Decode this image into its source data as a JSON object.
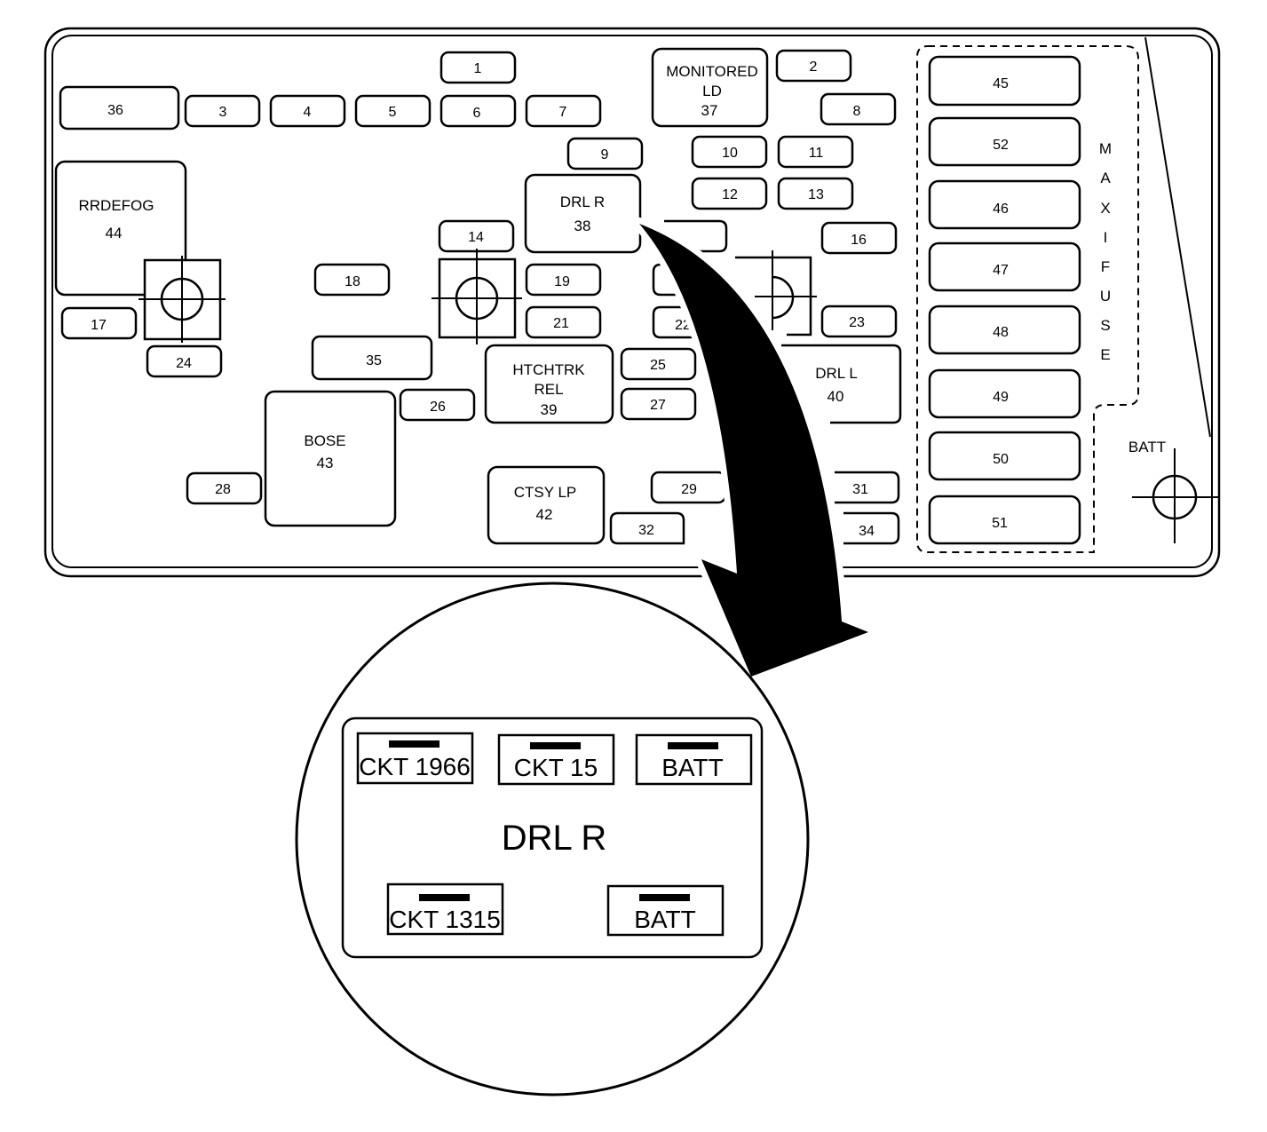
{
  "fuses": {
    "f1": "1",
    "f2": "2",
    "f3": "3",
    "f4": "4",
    "f5": "5",
    "f6": "6",
    "f7": "7",
    "f8": "8",
    "f9": "9",
    "f10": "10",
    "f11": "11",
    "f12": "12",
    "f13": "13",
    "f14": "14",
    "f16": "16",
    "f17": "17",
    "f18": "18",
    "f19": "19",
    "f21": "21",
    "f22": "22",
    "f23": "23",
    "f24": "24",
    "f25": "25",
    "f26": "26",
    "f27": "27",
    "f28": "28",
    "f29": "29",
    "f31": "31",
    "f32": "32",
    "f34": "34",
    "f35": "35",
    "f36": "36"
  },
  "relays": {
    "monitored_ld": {
      "line1": "MONITORED",
      "line2": "LD",
      "number": "37"
    },
    "drl_r": {
      "name": "DRL R",
      "number": "38"
    },
    "htchtrk_rel": {
      "line1": "HTCHTRK",
      "line2": "REL",
      "number": "39"
    },
    "drl_l": {
      "name": "DRL L",
      "number": "40"
    },
    "ctsy_lp": {
      "name": "CTSY LP",
      "number": "42"
    },
    "bose": {
      "name": "BOSE",
      "number": "43"
    },
    "rrdefog": {
      "name": "RRDEFOG",
      "number": "44"
    }
  },
  "maxi_fuse": {
    "label_letters": [
      "M",
      "A",
      "X",
      "I",
      "F",
      "U",
      "S",
      "E"
    ],
    "fuses": [
      "45",
      "52",
      "46",
      "47",
      "48",
      "49",
      "50",
      "51"
    ]
  },
  "batt_label": "BATT",
  "detail": {
    "title": "DRL R",
    "terminals": [
      "CKT 1966",
      "CKT 15",
      "BATT",
      "CKT 1315",
      "BATT"
    ]
  }
}
